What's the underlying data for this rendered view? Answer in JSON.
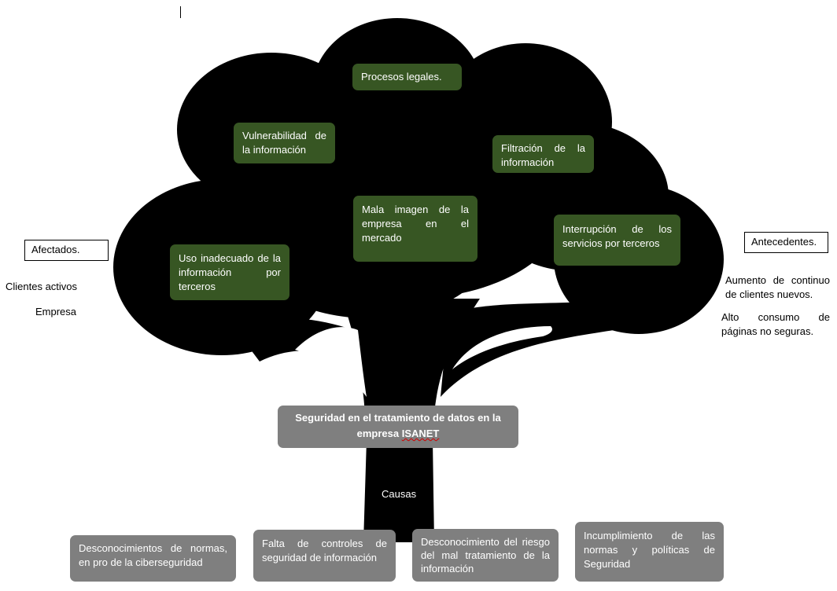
{
  "effects": {
    "procesos_legales": "Procesos legales.",
    "vulnerabilidad": "Vulnerabilidad de la información",
    "filtracion": "Filtración de la información",
    "mala_imagen": "Mala imagen de la empresa en el mercado",
    "interrupcion": "Interrupción de los servicios por terceros",
    "uso_inadecuado": "Uso inadecuado de la información por terceros"
  },
  "central_problem": {
    "line1": "Seguridad en el tratamiento de datos en la",
    "line2_prefix": "empresa ",
    "line2_word": "ISANET"
  },
  "trunk_label": "Causas",
  "causes": [
    "Desconocimientos de normas, en pro de la ciberseguridad",
    "Falta de controles de seguridad de información",
    "Desconocimiento del riesgo del mal tratamiento de la información",
    "Incumplimiento de las normas y políticas de Seguridad"
  ],
  "afectados": {
    "label": "Afectados.",
    "items": [
      "Clientes activos",
      "Empresa"
    ]
  },
  "antecedentes": {
    "label": "Antecedentes.",
    "items": [
      "Aumento de continuo de clientes nuevos.",
      "Alto consumo de páginas no seguras."
    ]
  },
  "colors": {
    "tree": "#000000",
    "effect_box": "#375623",
    "cause_box": "#7f7f7f",
    "text_on_box": "#ffffff"
  }
}
